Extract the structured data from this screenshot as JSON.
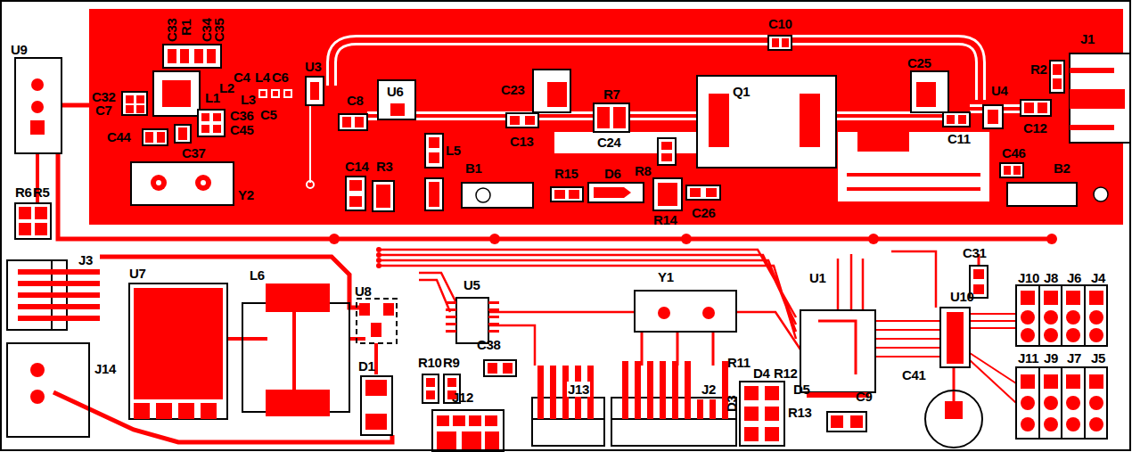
{
  "diagram": {
    "labels": [
      "U9",
      "C33",
      "R1",
      "C34",
      "C35",
      "C32",
      "C7",
      "C4",
      "L4",
      "C6",
      "L2",
      "L1",
      "L3",
      "C5",
      "C36",
      "C45",
      "C44",
      "C37",
      "U3",
      "C8",
      "U6",
      "L5",
      "C14",
      "R3",
      "B1",
      "C23",
      "C13",
      "R7",
      "C24",
      "R15",
      "D6",
      "R8",
      "R14",
      "C26",
      "Q1",
      "C10",
      "C25",
      "U4",
      "R2",
      "J1",
      "C12",
      "C11",
      "C46",
      "B2",
      "Y2",
      "R6",
      "R5",
      "J3",
      "U7",
      "L6",
      "U8",
      "U5",
      "Y1",
      "U1",
      "C31",
      "J10",
      "J8",
      "J6",
      "J4",
      "U10",
      "J14",
      "D1",
      "R10",
      "R9",
      "C38",
      "J12",
      "J13",
      "J2",
      "R11",
      "D4",
      "R12",
      "D3",
      "D5",
      "R13",
      "C9",
      "C41",
      "J11",
      "J9",
      "J7",
      "J5"
    ]
  }
}
